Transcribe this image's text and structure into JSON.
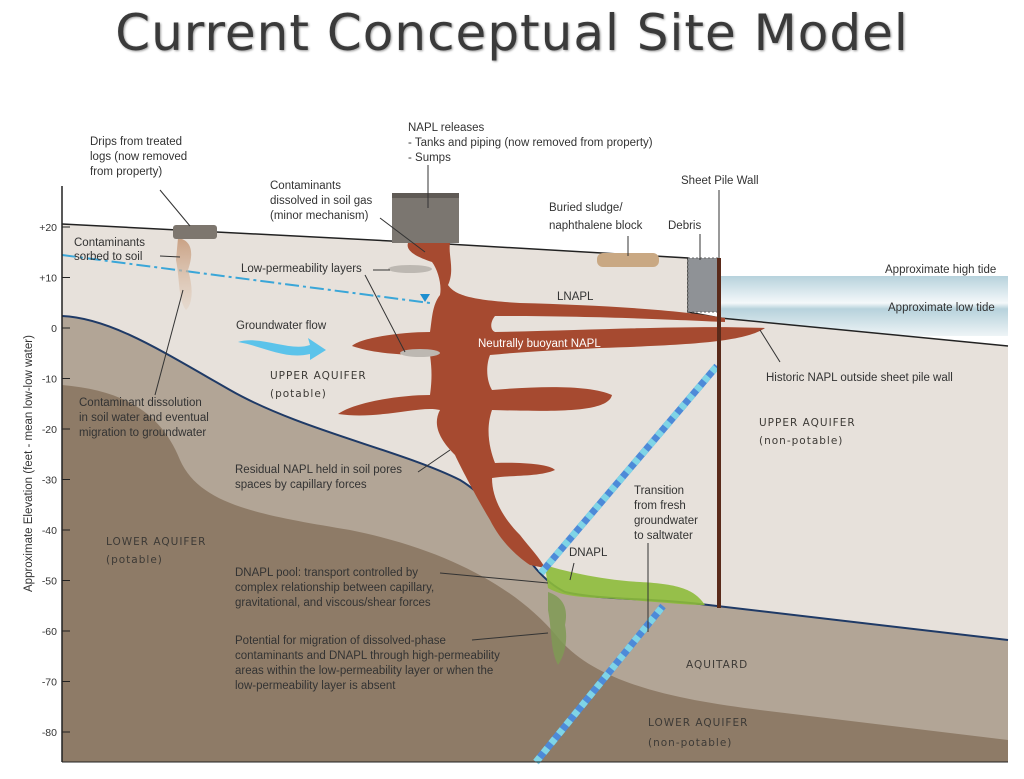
{
  "title": "Current Conceptual Site Model",
  "axis": {
    "label": "Approximate Elevation (feet - mean low-low water)",
    "ticks": [
      "+20",
      "+10",
      "0",
      "-10",
      "-20",
      "-30",
      "-40",
      "-50",
      "-60",
      "-70",
      "-80"
    ],
    "tick_values": [
      20,
      10,
      0,
      -10,
      -20,
      -30,
      -40,
      -50,
      -60,
      -70,
      -80
    ]
  },
  "labels": {
    "drips": [
      "Drips from treated",
      "logs (now removed",
      "from property)"
    ],
    "napl_releases": [
      "NAPL releases",
      "- Tanks and piping (now removed from property)",
      "- Sumps"
    ],
    "soil_gas": [
      "Contaminants",
      "dissolved in soil gas",
      "(minor mechanism)"
    ],
    "sheet_pile": "Sheet Pile Wall",
    "sludge": [
      "Buried sludge/",
      "naphthalene block"
    ],
    "debris": "Debris",
    "sorbed": [
      "Contaminants",
      "sorbed to soil"
    ],
    "low_perm": "Low-permeability layers",
    "lnapl": "LNAPL",
    "high_tide": "Approximate high tide",
    "low_tide": "Approximate low tide",
    "gw_flow": "Groundwater flow",
    "neutral_napl": "Neutrally buoyant NAPL",
    "historic_napl": "Historic NAPL outside sheet pile wall",
    "upper_aquifer_potable": [
      "UPPER AQUIFER",
      "(potable)"
    ],
    "dissolution": [
      "Contaminant dissolution",
      "in soil water and eventual",
      "migration to groundwater"
    ],
    "upper_aquifer_nonpotable": [
      "UPPER AQUIFER",
      "(non-potable)"
    ],
    "residual": [
      "Residual NAPL held in soil pores",
      "spaces by capillary forces"
    ],
    "transition": [
      "Transition",
      "from fresh",
      "groundwater",
      "to saltwater"
    ],
    "lower_aquifer_potable": [
      "LOWER AQUIFER",
      "(potable)"
    ],
    "dnapl": "DNAPL",
    "dnapl_pool": [
      "DNAPL pool: transport controlled by",
      "complex relationship between capillary,",
      "gravitational, and viscous/shear forces"
    ],
    "migration": [
      "Potential for migration of dissolved-phase",
      "contaminants and DNAPL through high-permeability",
      "areas within the low-permeability layer or when the",
      "low-permeability layer is absent"
    ],
    "aquitard": "AQUITARD",
    "lower_aquifer_nonpotable": [
      "LOWER AQUIFER",
      "(non-potable)"
    ]
  },
  "colors": {
    "upper": "#e7e1db",
    "aquitard": "#b2a596",
    "lower": "#8e7b67",
    "napl": "#a64a30",
    "dnapl": "#8dbb3a",
    "water": "#cfe3ea",
    "table": "#3aa6d8"
  }
}
